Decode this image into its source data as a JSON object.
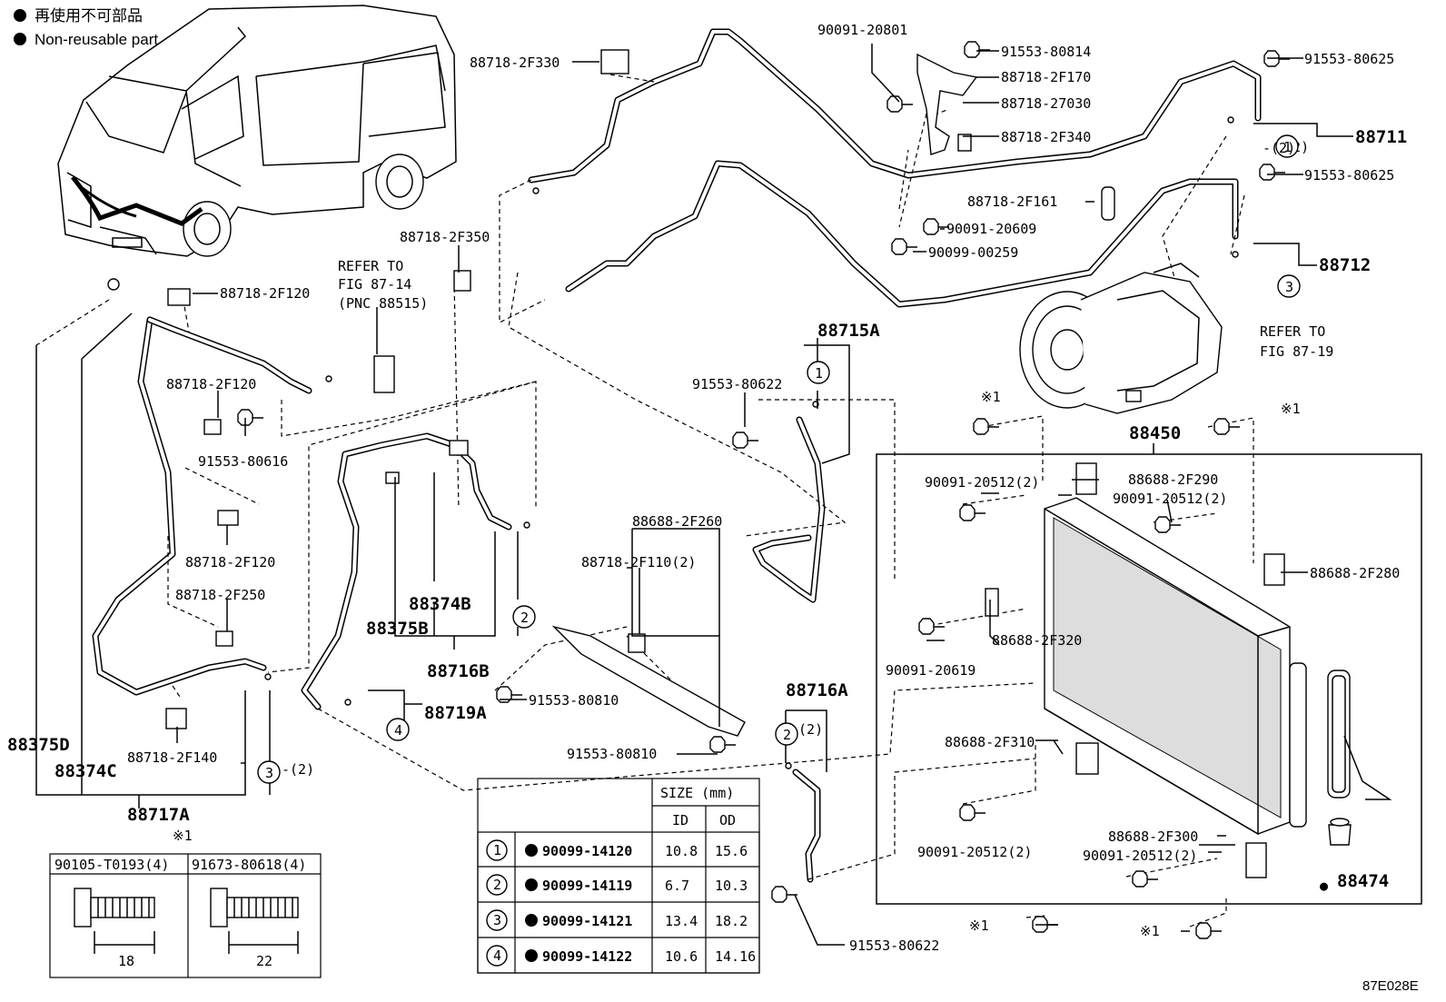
{
  "legend": {
    "jp_text": "再使用不可部品",
    "en_text": "Non-reusable part",
    "marker": "filled-circle"
  },
  "diagram_code": "87E028E",
  "references": [
    {
      "id": "fig87-14",
      "lines": [
        "REFER TO",
        "FIG 87-14",
        "(PNC 88515)"
      ]
    },
    {
      "id": "fig87-19",
      "lines": [
        "REFER TO",
        "FIG 87-19"
      ]
    }
  ],
  "callouts": [
    "90091-20801",
    "88718-2F330",
    "91553-80814",
    "88718-2F170",
    "88718-27030",
    "91553-80625",
    "88711",
    "88718-2F340",
    "91553-80625",
    "88718-2F161",
    "90091-20609",
    "88712",
    "90099-00259",
    "88718-2F350",
    "88718-2F120",
    "88718-2F120",
    "91553-80616",
    "88715A",
    "91553-80622",
    "※1",
    "※1",
    "88450",
    "90091-20512(2)",
    "88688-2F290",
    "90091-20512(2)",
    "88718-2F120",
    "88688-2F260",
    "88718-2F250",
    "88718-2F110(2)",
    "88688-2F280",
    "88374B",
    "88375B",
    "88716B",
    "88688-2F320",
    "90091-20619",
    "88719A",
    "91553-80810",
    "88716A",
    "88375D",
    "88374C",
    "88718-2F140",
    "91553-80810",
    "88688-2F310",
    "-(2)",
    "88717A",
    "※1",
    "-(2)",
    "-(2)",
    "88688-2F300",
    "90091-20512(2)",
    "90091-20512(2)",
    "88474",
    "※1",
    "※1",
    "91553-80622"
  ],
  "circle_labels": [
    "1",
    "2",
    "3",
    "4",
    "1",
    "3",
    "2",
    "2",
    "3"
  ],
  "bolt_table": {
    "note": "※1",
    "columns": [
      {
        "part": "90105-T0193(4)",
        "length": "18"
      },
      {
        "part": "91673-80618(4)",
        "length": "22"
      }
    ]
  },
  "oring_table": {
    "header": {
      "size": "SIZE (mm)",
      "id": "ID",
      "od": "OD"
    },
    "rows": [
      {
        "num": "1",
        "part": "90099-14120",
        "id": "10.8",
        "od": "15.6"
      },
      {
        "num": "2",
        "part": "90099-14119",
        "id": "6.7",
        "od": "10.3"
      },
      {
        "num": "3",
        "part": "90099-14121",
        "id": "13.4",
        "od": "18.2"
      },
      {
        "num": "4",
        "part": "90099-14122",
        "id": "10.6",
        "od": "14.16"
      }
    ]
  }
}
